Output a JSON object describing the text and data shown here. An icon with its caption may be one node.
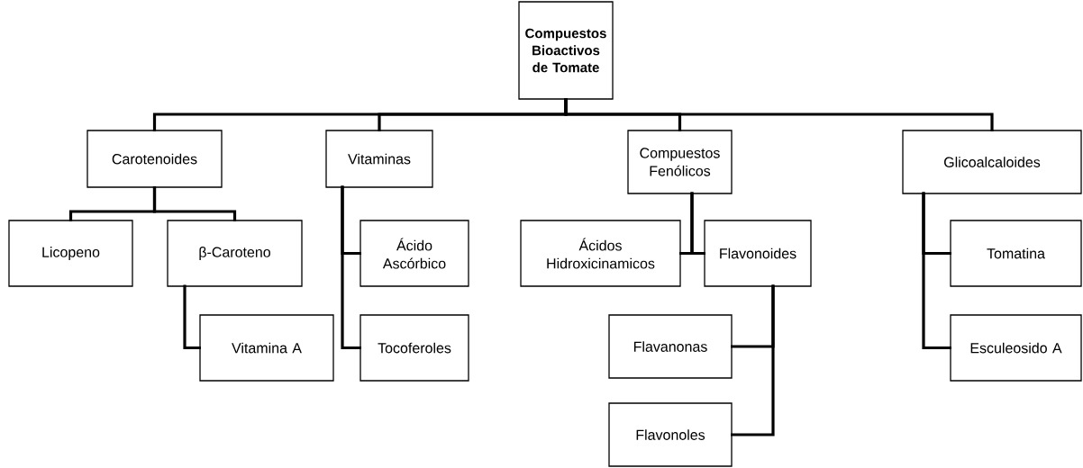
{
  "diagram": {
    "nodes": [
      {
        "text": [
          "Compuestos Bioactivos de Tomate"
        ]
      },
      {
        "text": [
          "Carotenoides"
        ]
      },
      {
        "text": [
          "Vitaminas"
        ]
      },
      {
        "text": [
          "Compuestos Fenólicos"
        ]
      },
      {
        "text": [
          "Glicoalcaloides"
        ]
      },
      {
        "text": [
          "Licopeno"
        ]
      },
      {
        "text": [
          "β-Caroteno"
        ]
      },
      {
        "text": [
          "Vitamina A"
        ]
      },
      {
        "text": [
          "Ácido Ascórbico"
        ]
      },
      {
        "text": [
          "Tocoferoles"
        ]
      },
      {
        "text": [
          "Ácidos Hidroxicinamicos"
        ]
      },
      {
        "text": [
          "Flavonoides"
        ]
      },
      {
        "text": [
          "Flavanonas"
        ]
      },
      {
        "text": [
          "Flavonoles"
        ]
      },
      {
        "text": [
          "Tomatina"
        ]
      },
      {
        "text": [
          "Esculeosido A"
        ]
      }
    ],
    "edges": [
      {
        "from": 0,
        "to": 1,
        "arrow": "none"
      },
      {
        "from": 0,
        "to": 2,
        "arrow": "none"
      },
      {
        "from": 0,
        "to": 3,
        "arrow": "none"
      },
      {
        "from": 0,
        "to": 4,
        "arrow": "none"
      },
      {
        "from": 1,
        "to": 5,
        "arrow": "none"
      },
      {
        "from": 1,
        "to": 6,
        "arrow": "none"
      },
      {
        "from": 6,
        "to": 7,
        "arrow": "none"
      },
      {
        "from": 2,
        "to": 8,
        "arrow": "none"
      },
      {
        "from": 2,
        "to": 9,
        "arrow": "none"
      },
      {
        "from": 3,
        "to": 10,
        "arrow": "none"
      },
      {
        "from": 3,
        "to": 11,
        "arrow": "none"
      },
      {
        "from": 11,
        "to": 12,
        "arrow": "none"
      },
      {
        "from": 11,
        "to": 13,
        "arrow": "none"
      },
      {
        "from": 4,
        "to": 14,
        "arrow": "none"
      },
      {
        "from": 4,
        "to": 15,
        "arrow": "none"
      }
    ]
  }
}
